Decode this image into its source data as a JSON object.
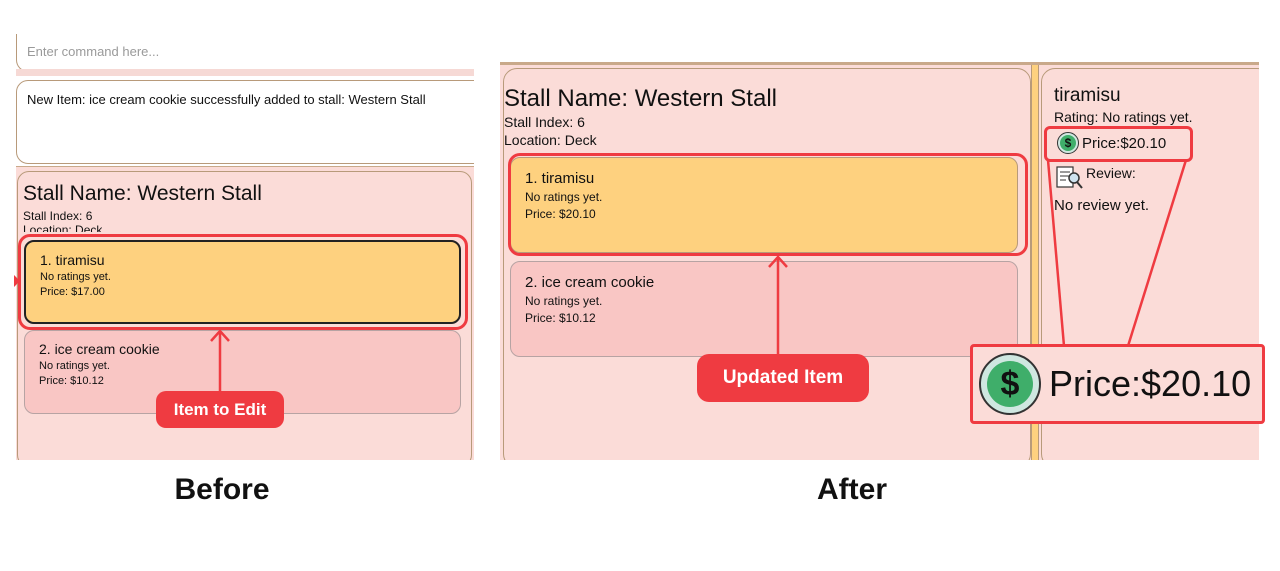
{
  "before": {
    "command_placeholder": "Enter command here...",
    "result_message": "New Item: ice cream cookie successfully added to stall: Western Stall",
    "stall": {
      "name": "Stall Name: Western Stall",
      "index": "Stall Index: 6",
      "location": "Location: Deck"
    },
    "items": [
      {
        "title": "1.  tiramisu",
        "rating": "No ratings yet.",
        "price": "Price: $17.00"
      },
      {
        "title": "2.  ice cream cookie",
        "rating": "No ratings yet.",
        "price": "Price: $10.12"
      }
    ],
    "annotation": "Item to Edit",
    "caption": "Before"
  },
  "after": {
    "stall": {
      "name": "Stall Name: Western Stall",
      "index": "Stall Index: 6",
      "location": "Location: Deck"
    },
    "items": [
      {
        "title": "1.  tiramisu",
        "rating": "No ratings yet.",
        "price": "Price: $20.10"
      },
      {
        "title": "2.  ice cream cookie",
        "rating": "No ratings yet.",
        "price": "Price: $10.12"
      }
    ],
    "detail": {
      "name": "tiramisu",
      "rating": "Rating: No ratings yet.",
      "price": "Price:$20.10",
      "review_label": "Review:",
      "review_text": "No review yet."
    },
    "zoom_price": "Price:$20.10",
    "annotation": "Updated Item",
    "caption": "After"
  },
  "colors": {
    "panel_bg": "#fbdcd8",
    "selected_item": "#fed17f",
    "item_bg": "#f9c6c4",
    "highlight_red": "#ef3b41",
    "dollar_green": "#3fae6a"
  },
  "icons": [
    "dollar-icon",
    "review-icon"
  ]
}
